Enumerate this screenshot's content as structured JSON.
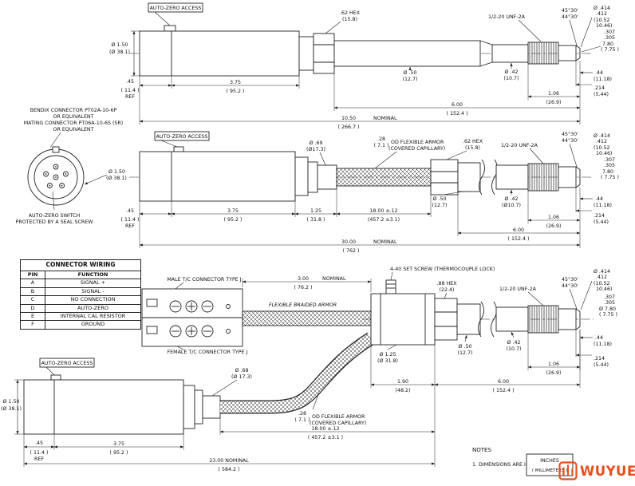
{
  "sheet": {
    "background": "#ffffff",
    "line_color": "#222222"
  },
  "common": {
    "auto_zero_access": "AUTO-ZERO ACCESS",
    "thread_spec": "1/2-20 UNF-2A",
    "angle_upper": "45°30'",
    "angle_lower": "44°30'",
    "tip_dia_in_1": "Ø .414",
    "tip_dia_in_2": ".412",
    "tip_dia_mm_1": "(10.52",
    "tip_dia_mm_2": "10.46)",
    "seat_in_1": ".307",
    "seat_in_2": ".305",
    "seat_mm_1": "7.80",
    "seat_mm_2": "( 7.75 )",
    "len_44_in": ".44",
    "len_44_mm": "(11.18)",
    "len_214_in": ".214",
    "len_214_mm": "(5.44)",
    "len_106_in": "1.06",
    "len_106_mm": "(26.9)",
    "len_600_in": "6.00",
    "len_600_mm": "( 152.4 )",
    "hex_62_in": ".62 HEX",
    "hex_62_mm": "(15.8)",
    "dia_50_in": "Ø .50",
    "dia_50_mm": "(12.7)",
    "dia_42_in": "Ø .42",
    "dia_42_mm": "(10.7)",
    "ref_45_in": ".45",
    "ref_45_mm": "( 11.4 )",
    "ref_45_txt": "REF",
    "len_375_in": "3.75",
    "len_375_mm": "( 95.2 )",
    "body_dia_in": "Ø 1.50",
    "body_dia_mm": "(Ø 38.1)",
    "armor_od_in": ".28",
    "armor_od_mm": "( 7.1 )",
    "armor_od_txt": "OD FLEXIBLE ARMOR",
    "armor_od_txt2": "(COVERED CAPILLARY)",
    "armor_len_in": "18.00 ±.12",
    "armor_len_mm": "(457.2 ±3.1)",
    "nominal": "NOMINAL"
  },
  "view1": {
    "overall_in": "10.50",
    "overall_mm": "( 266.7 )"
  },
  "view2": {
    "cap_dia_in": "Ø .69",
    "cap_dia_mm": "(Ø17.3)",
    "len_125_in": "1.25",
    "len_125_mm": "( 31.8 )",
    "dia_42_mm": "(Ø10.7)",
    "overall_in": "30.00",
    "overall_mm": "( 762 )"
  },
  "connector": {
    "note1": "BENDIX CONNECTOR PT02A-10-6P",
    "note2": "OR EQUIVALENT",
    "note3": "MATING CONNECTOR PT06A-10-6S (SR)",
    "note4": "OR EQUIVALENT",
    "switch1": "AUTO-ZERO SWITCH",
    "switch2": "PROTECTED BY A SEAL SCREW",
    "dia_in": "Ø 1.50",
    "dia_mm": "(Ø 38.1)"
  },
  "wiring_table": {
    "title": "CONNECTOR WIRING",
    "headers": [
      "PIN",
      "FUNCTION"
    ],
    "rows": [
      {
        "pin": "A",
        "function": "SIGNAL +"
      },
      {
        "pin": "B",
        "function": "SIGNAL -"
      },
      {
        "pin": "C",
        "function": "NO CONNECTION"
      },
      {
        "pin": "D",
        "function": "AUTO-ZERO"
      },
      {
        "pin": "E",
        "function": "INTERNAL CAL RESISTOR"
      },
      {
        "pin": "F",
        "function": "GROUND"
      }
    ]
  },
  "view3": {
    "male_connector": "MALE T/C CONNECTOR TYPE J",
    "female_connector": "FEMALE T/C CONNECTOR TYPE J",
    "len_300_in": "3.00",
    "len_300_mm": "( 76.2 )",
    "set_screw": "4-40 SET SCREW (THERMOCOUPLE LOCK)",
    "hex_88_in": ".88 HEX",
    "hex_88_mm": "(22.4)",
    "braided_armor": "FLEXIBLE BRAIDED ARMOR",
    "head_dia_in": "Ø 1.25",
    "head_dia_mm": "(Ø 31.8)",
    "len_190_in": "1.90",
    "len_190_mm": "(48.2)",
    "seat_mm_1": "Ø 7.80"
  },
  "view4": {
    "cap_dia_in": "Ø .68",
    "cap_dia_mm": "(Ø 17.3)",
    "armor_len_mm": "( 457.2 ±3.1 )",
    "overall_in": "23.00 NOMINAL",
    "overall_mm": "( 584.2 )"
  },
  "notes": {
    "title": "NOTES",
    "item1": "1. DIMENSIONS ARE IN",
    "units_primary": "INCHES",
    "units_secondary": "( MILLIMETERS )"
  },
  "logo": {
    "text": "WUYUE",
    "color": "#e84e1b"
  }
}
